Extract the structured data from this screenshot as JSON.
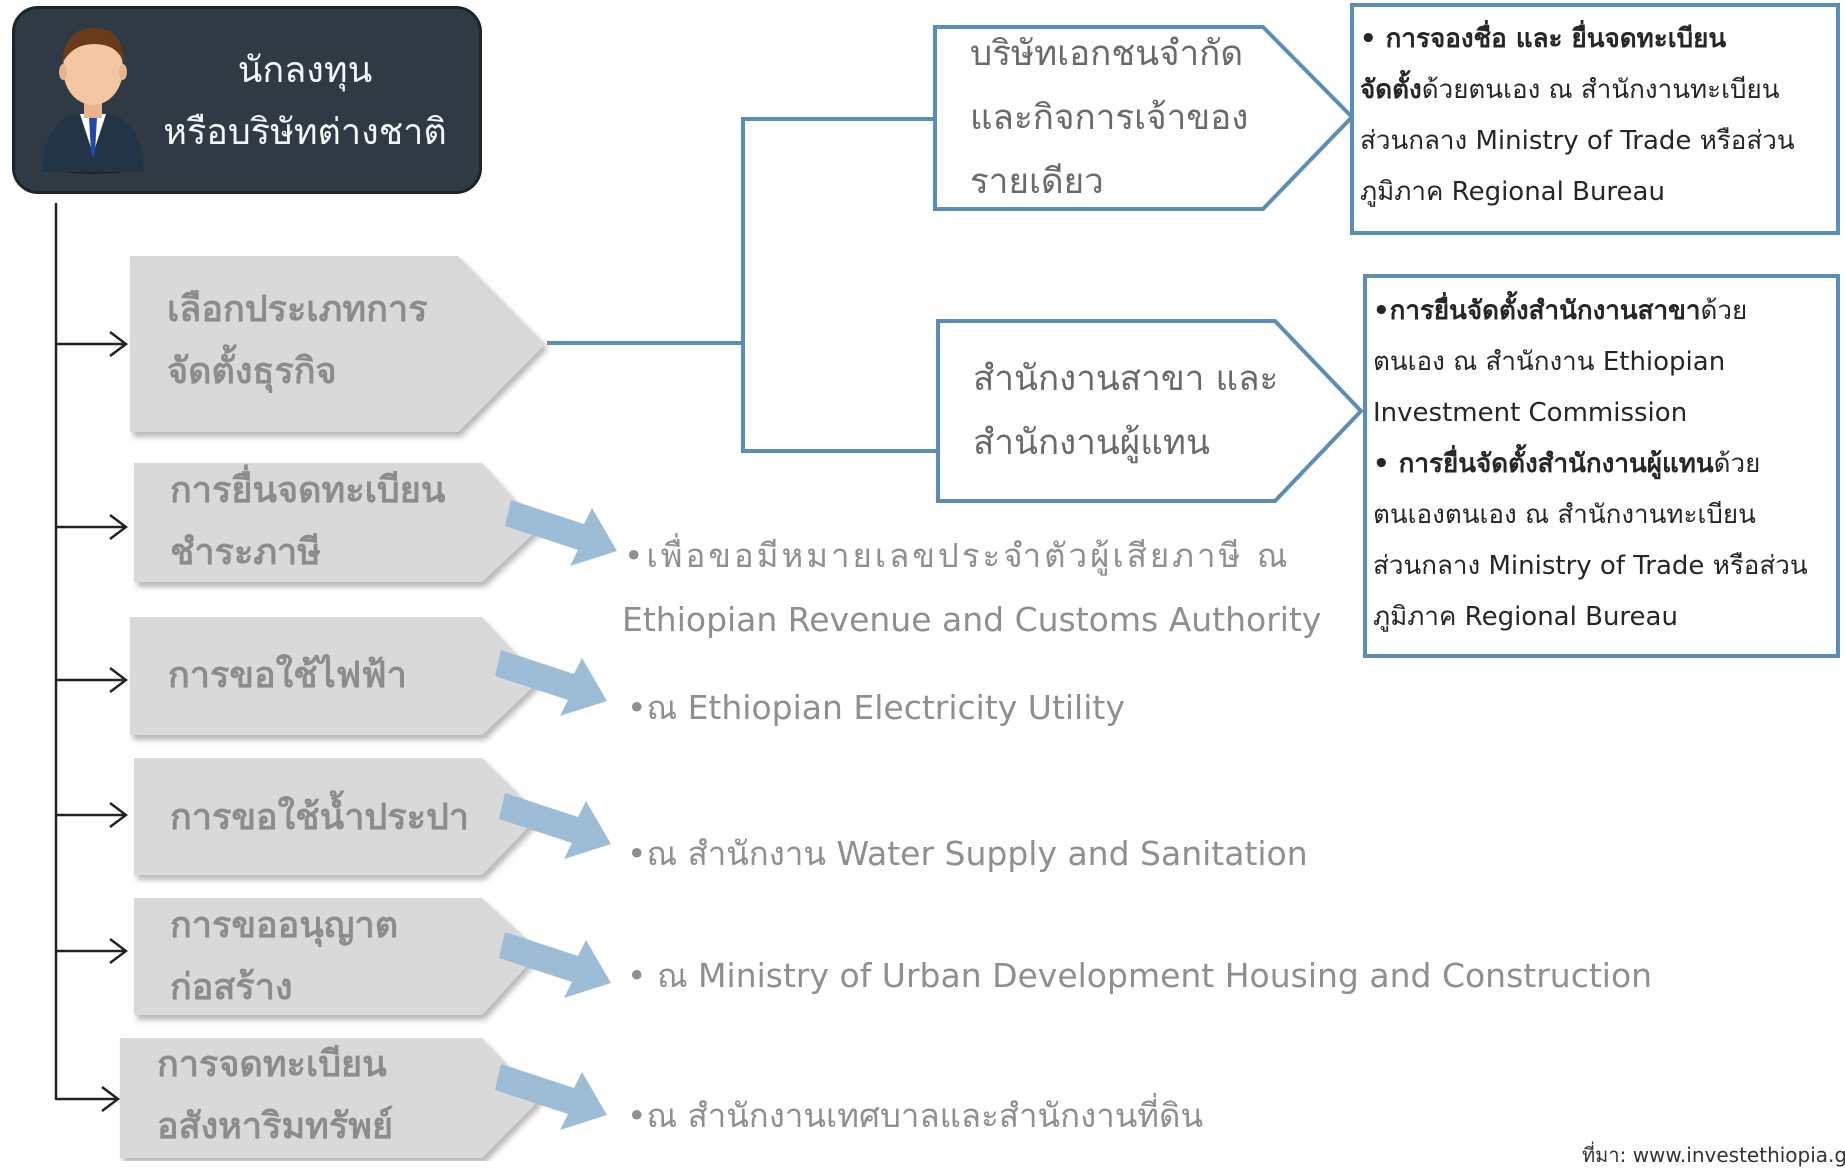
{
  "investor": {
    "line1": "นักลงทุน",
    "line2": "หรือบริษัทต่างชาติ",
    "icon": "businessman-icon"
  },
  "steps": [
    {
      "line1": "เลือกประเภทการ",
      "line2": "จัดตั้งธุรกิจ"
    },
    {
      "line1": "การยื่นจดทะเบียน",
      "line2": "ชำระภาษี"
    },
    {
      "line1": "การขอใช้ไฟฟ้า",
      "line2": ""
    },
    {
      "line1": "การขอใช้น้ำประปา",
      "line2": ""
    },
    {
      "line1": "การขออนุญาต",
      "line2": "ก่อสร้าง"
    },
    {
      "line1": "การจดทะเบียน",
      "line2": "อสังหาริมทรัพย์"
    }
  ],
  "business_types": [
    {
      "line1": "บริษัทเอกชนจำกัด",
      "line2": "และกิจการเจ้าของ",
      "line3": "รายเดียว"
    },
    {
      "line1": "สำนักงานสาขา และ",
      "line2": "สำนักงานผู้แทน"
    }
  ],
  "info_boxes": [
    {
      "bold1": "• การจองชื่อ และ ยื่นจดทะเบียน",
      "bold2": "จัดตั้ง",
      "text2": "ด้วยตนเอง ณ สำนักงานทะเบียน",
      "line3": "ส่วนกลาง Ministry of Trade หรือส่วน",
      "line4": "ภูมิภาค Regional Bureau"
    },
    {
      "bold1": "•การยื่นจัดตั้งสำนักงานสาขา",
      "text1": "ด้วย",
      "line2": "ตนเอง ณ สำนักงาน Ethiopian",
      "line3": "Investment Commission",
      "bold4": "• การยื่นจัดตั้งสำนักงานผู้แทน",
      "text4": "ด้วย",
      "line5": "ตนเองตนเอง ณ สำนักงานทะเบียน",
      "line6": "ส่วนกลาง Ministry of Trade หรือส่วน",
      "line7": "ภูมิภาค Regional Bureau"
    }
  ],
  "destinations": [
    {
      "line1": "•เพื่อขอมีหมายเลขประจำตัวผู้เสียภาษี ณ",
      "line2": "Ethiopian Revenue and Customs Authority"
    },
    {
      "line1": "•ณ Ethiopian Electricity Utility"
    },
    {
      "line1": "•ณ สำนักงาน Water Supply and Sanitation"
    },
    {
      "line1": "• ณ Ministry of Urban Development Housing and Construction"
    },
    {
      "line1": "•ณ สำนักงานเทศบาลและสำนักงานที่ดิน"
    }
  ],
  "source": "ที่มา: www.investethiopia.gov.et",
  "colors": {
    "investor_bg": "#2f3a44",
    "step_fill": "#d9d9d9",
    "box_stroke": "#5a8db8",
    "arrow_fill": "#9dbcd6",
    "connector": "#222222"
  }
}
